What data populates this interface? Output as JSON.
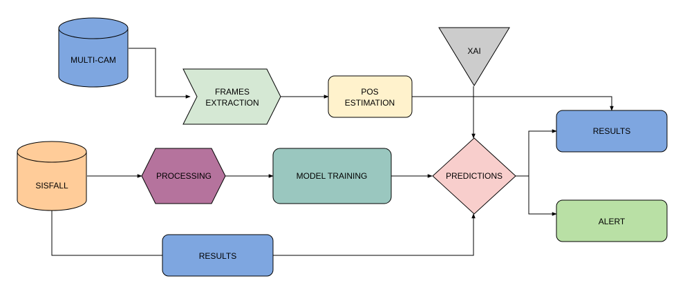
{
  "nodes": {
    "multi_cam": {
      "label": "MULTI-CAM",
      "shape": "cylinder",
      "color": "#7ea6e0"
    },
    "frames_extraction": {
      "label_lines": [
        "FRAMES",
        "EXTRACTION"
      ],
      "shape": "step",
      "color": "#d5e8d4"
    },
    "pos_estimation": {
      "label_lines": [
        "POS",
        "ESTIMATION"
      ],
      "shape": "rounded-rectangle",
      "color": "#fff2cc"
    },
    "xai": {
      "label": "XAI",
      "shape": "inverted-triangle",
      "color": "#cccccc"
    },
    "results_top": {
      "label": "RESULTS",
      "shape": "rounded-rectangle",
      "color": "#7ea6e0"
    },
    "sisfall": {
      "label": "SISFALL",
      "shape": "cylinder",
      "color": "#ffcc99"
    },
    "processing": {
      "label": "PROCESSING",
      "shape": "hexagon",
      "color": "#b5739d"
    },
    "model_training": {
      "label": "MODEL TRAINING",
      "shape": "rounded-rectangle",
      "color": "#9ac7bf"
    },
    "predictions": {
      "label": "PREDICTIONS",
      "shape": "diamond",
      "color": "#f8cecc"
    },
    "alert": {
      "label": "ALERT",
      "shape": "rounded-rectangle",
      "color": "#b9e0a5"
    },
    "results_bottom": {
      "label": "RESULTS",
      "shape": "rounded-rectangle",
      "color": "#7ea6e0"
    }
  },
  "edges": [
    {
      "from": "MULTI-CAM",
      "to": "FRAMES EXTRACTION"
    },
    {
      "from": "FRAMES EXTRACTION",
      "to": "POS ESTIMATION"
    },
    {
      "from": "POS ESTIMATION",
      "to": "RESULTS"
    },
    {
      "from": "XAI",
      "to": "PREDICTIONS"
    },
    {
      "from": "SISFALL",
      "to": "PROCESSING"
    },
    {
      "from": "PROCESSING",
      "to": "MODEL TRAINING"
    },
    {
      "from": "MODEL TRAINING",
      "to": "PREDICTIONS"
    },
    {
      "from": "PREDICTIONS",
      "to": "RESULTS"
    },
    {
      "from": "PREDICTIONS",
      "to": "ALERT"
    },
    {
      "from": "SISFALL",
      "to": "PREDICTIONS",
      "via": "RESULTS"
    }
  ],
  "colors": {
    "stroke": "#000000",
    "background": "#ffffff"
  }
}
